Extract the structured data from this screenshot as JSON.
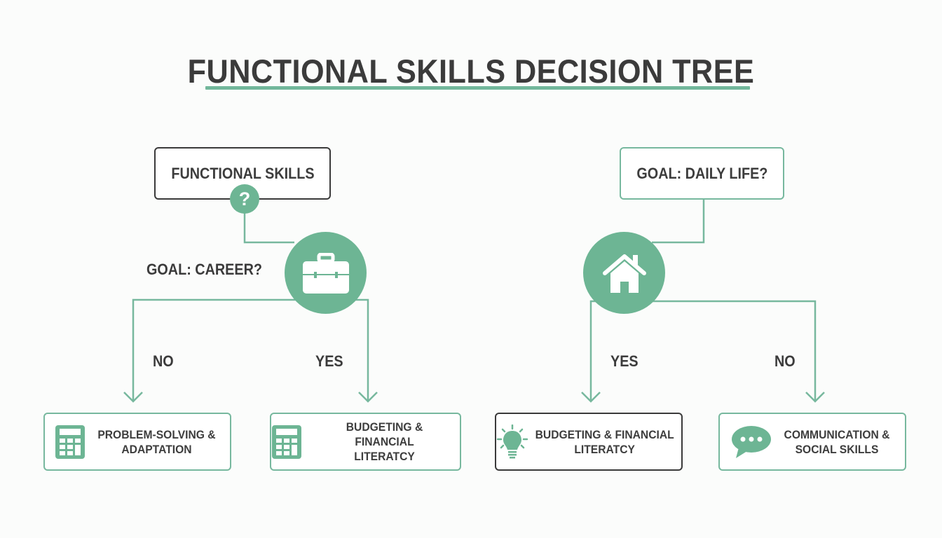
{
  "title": "FUNCTIONAL SKILLS DECISION TREE",
  "colors": {
    "accent": "#6db594",
    "line": "#77b89e",
    "text": "#3b3b3b",
    "dark_border": "#3a3a3a",
    "background": "#fbfcfb"
  },
  "left_tree": {
    "root": {
      "label": "FUNCTIONAL SKILLS",
      "badge_icon": "question-mark-icon",
      "badge_text": "?"
    },
    "decision": {
      "label": "GOAL: CAREER?",
      "icon": "briefcase-icon"
    },
    "branches": [
      {
        "label": "NO",
        "leaf": {
          "line1": "PROBLEM-SOLVING &",
          "line2": "ADAPTATION",
          "icon": "calculator-icon"
        }
      },
      {
        "label": "YES",
        "leaf": {
          "line1": "BUDGETING & FINANCIAL",
          "line2": "LITERATCY",
          "icon": "calculator-icon"
        }
      }
    ]
  },
  "right_tree": {
    "root": {
      "label": "GOAL: DAILY LIFE?"
    },
    "decision": {
      "icon": "house-icon"
    },
    "branches": [
      {
        "label": "YES",
        "leaf": {
          "line1": "BUDGETING & FINANCIAL",
          "line2": "LITERATCY",
          "icon": "lightbulb-icon"
        }
      },
      {
        "label": "NO",
        "leaf": {
          "line1": "COMMUNICATION &",
          "line2": "SOCIAL SKILLS",
          "icon": "speech-bubble-icon"
        }
      }
    ]
  }
}
